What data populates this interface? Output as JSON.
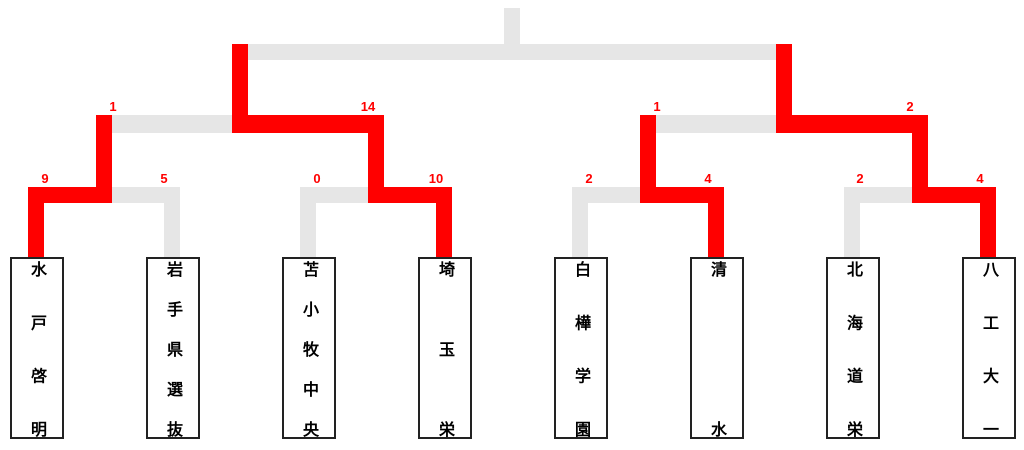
{
  "colors": {
    "winner": "#ff0000",
    "loser": "#e6e6e6"
  },
  "teams": [
    {
      "name": "水戸啓明",
      "chars": [
        "水",
        "戸",
        "啓",
        "明"
      ]
    },
    {
      "name": "岩手県選抜",
      "chars": [
        "岩",
        "手",
        "県",
        "選",
        "抜"
      ]
    },
    {
      "name": "苫小牧中央",
      "chars": [
        "苫",
        "小",
        "牧",
        "中",
        "央"
      ]
    },
    {
      "name": "埼玉栄",
      "chars": [
        "埼",
        "玉",
        "栄"
      ]
    },
    {
      "name": "白樺学園",
      "chars": [
        "白",
        "樺",
        "学",
        "園"
      ]
    },
    {
      "name": "清水",
      "chars": [
        "清",
        "水"
      ]
    },
    {
      "name": "北海道栄",
      "chars": [
        "北",
        "海",
        "道",
        "栄"
      ]
    },
    {
      "name": "八工大一",
      "chars": [
        "八",
        "工",
        "大",
        "一"
      ]
    }
  ],
  "round1_scores": [
    "9",
    "5",
    "0",
    "10",
    "2",
    "4",
    "2",
    "4"
  ],
  "round2_scores": [
    "1",
    "14",
    "1",
    "2"
  ]
}
